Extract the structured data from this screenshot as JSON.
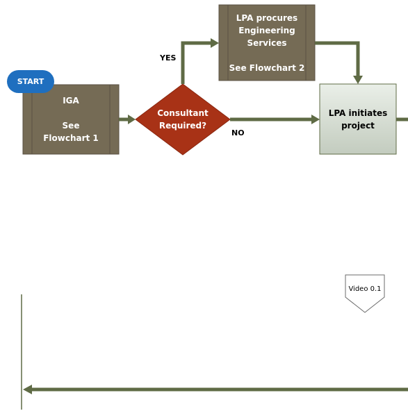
{
  "nodes": {
    "start": {
      "label": "START",
      "color": "#1f6fbf"
    },
    "iga": {
      "title": "IGA",
      "ref": "See\nFlowchart 1",
      "color": "#756b55"
    },
    "consultant": {
      "label": "Consultant\nRequired?",
      "color": "#a83216"
    },
    "procure": {
      "title": "LPA procures\nEngineering\nServices",
      "ref": "See Flowchart 2",
      "color": "#756b55"
    },
    "initiate": {
      "label": "LPA initiates\nproject",
      "color": "#d3dcd0"
    },
    "video": {
      "label": "Video 0.1"
    }
  },
  "edges": {
    "yes_label": "YES",
    "no_label": "NO",
    "color": "#5f6b45"
  }
}
